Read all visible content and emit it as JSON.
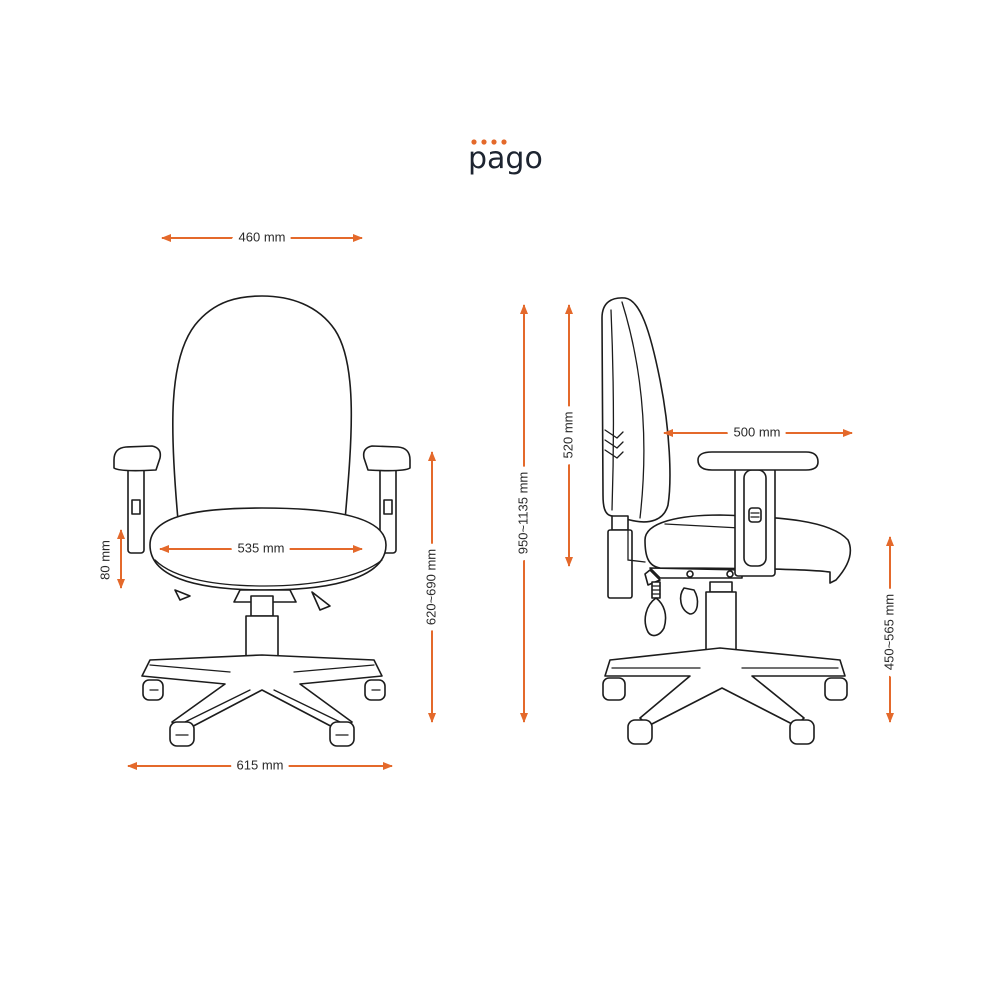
{
  "brand": {
    "name": "pago",
    "dot_color": "#e4692b"
  },
  "accent_color": "#e4692b",
  "front_view": {
    "dimensions": {
      "backrest_width": "460 mm",
      "seat_width": "535 mm",
      "base_width": "615 mm",
      "armrest_adjust": "80 mm",
      "armrest_height": "620~690 mm"
    }
  },
  "side_view": {
    "dimensions": {
      "overall_height": "950~1135 mm",
      "backrest_height": "520 mm",
      "seat_depth": "500 mm",
      "seat_height": "450~565 mm"
    }
  }
}
